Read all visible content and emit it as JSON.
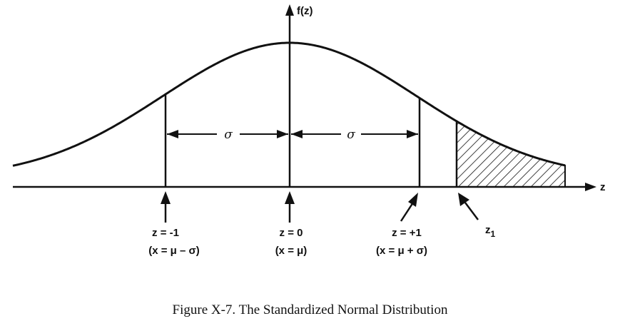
{
  "diagram": {
    "y_axis_label": "f(z)",
    "x_axis_label": "z",
    "sigma_left": "σ",
    "sigma_right": "σ",
    "marks": [
      {
        "z_label": "z = -1",
        "x_label": "(x = μ – σ)"
      },
      {
        "z_label": "z = 0",
        "x_label": "(x = μ)"
      },
      {
        "z_label": "z = +1",
        "x_label": "(x = μ + σ)"
      }
    ],
    "tail_label": "z",
    "tail_label_sub": "1"
  },
  "caption": "Figure X-7. The Standardized Normal Distribution"
}
